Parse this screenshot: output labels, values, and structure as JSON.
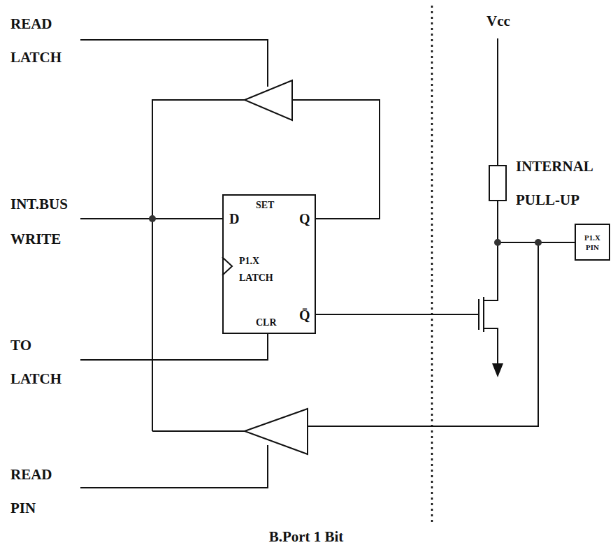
{
  "diagram": {
    "caption": "B.Port 1 Bit",
    "nodes": [
      {
        "text": [
          "D",
          "SET",
          "Q",
          "P1.X LATCH",
          "CLR",
          "Q̄"
        ]
      },
      {
        "text": [
          "P1.X PIN"
        ]
      }
    ],
    "labels": [
      "READ LATCH",
      "INT.BUS",
      "WRITE",
      "TO LATCH",
      "READ PIN",
      "Vcc",
      "INTERNAL PULL-UP"
    ]
  }
}
